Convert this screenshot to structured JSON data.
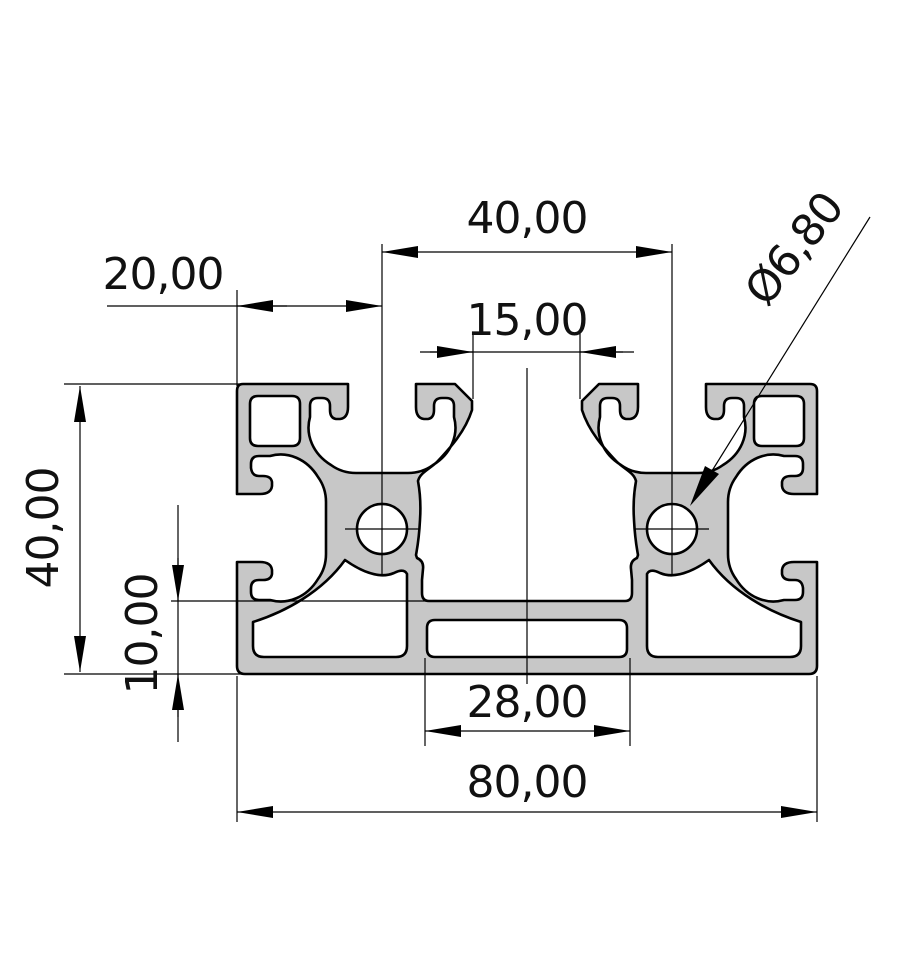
{
  "drawing": {
    "colors": {
      "profile_fill": "#c7c7c7",
      "line": "#000000",
      "background": "#ffffff"
    },
    "dimensions": {
      "top_pitch": "40,00",
      "left_offset": "20,00",
      "slot_opening": "15,00",
      "hole_diameter": "Ø6,80",
      "height": "40,00",
      "base_height": "10,00",
      "channel_width": "28,00",
      "width": "80,00"
    }
  }
}
